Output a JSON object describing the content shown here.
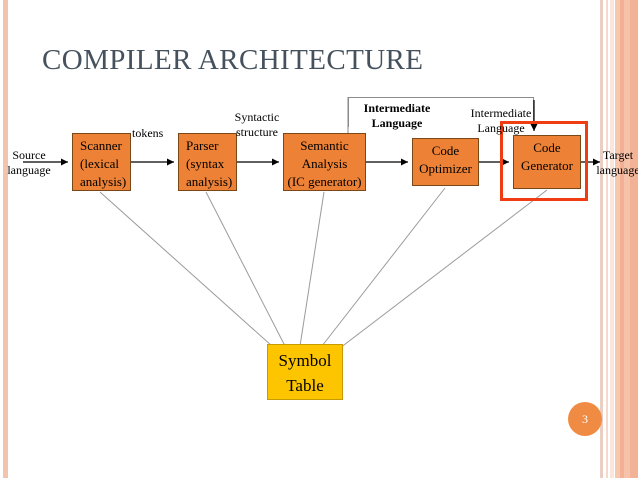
{
  "slide": {
    "title": "COMPILER ARCHITECTURE",
    "page_number": "3",
    "background": "#ffffff",
    "title_color": "#45525e",
    "accent_color": "#ed8136",
    "highlight_color": "#f03c13",
    "symbol_table_color": "#fdc500"
  },
  "diagram": {
    "type": "flowchart",
    "stages": [
      {
        "id": "scanner",
        "lines": [
          "Scanner",
          "(lexical",
          "analysis)"
        ],
        "align": "left"
      },
      {
        "id": "parser",
        "lines": [
          "Parser",
          "(syntax",
          "analysis)"
        ],
        "align": "left"
      },
      {
        "id": "semantic",
        "lines": [
          "Semantic",
          "Analysis",
          "(IC generator)"
        ],
        "align": "center"
      },
      {
        "id": "optimizer",
        "lines": [
          "Code",
          "Optimizer"
        ],
        "align": "center"
      },
      {
        "id": "generator",
        "lines": [
          "Code",
          "Generator"
        ],
        "align": "center",
        "highlighted": true
      }
    ],
    "edge_labels": {
      "source": [
        "Source",
        "language"
      ],
      "tokens": "tokens",
      "syntactic": [
        "Syntactic",
        "structure"
      ],
      "intermediate_1": [
        "Intermediate",
        "Language"
      ],
      "intermediate_2": [
        "Intermediate",
        "Language"
      ],
      "target": [
        "Target",
        "language"
      ]
    },
    "symbol_table": {
      "lines": [
        "Symbol",
        "Table"
      ],
      "connected_to": [
        "scanner",
        "parser",
        "semantic",
        "optimizer",
        "generator"
      ]
    }
  }
}
